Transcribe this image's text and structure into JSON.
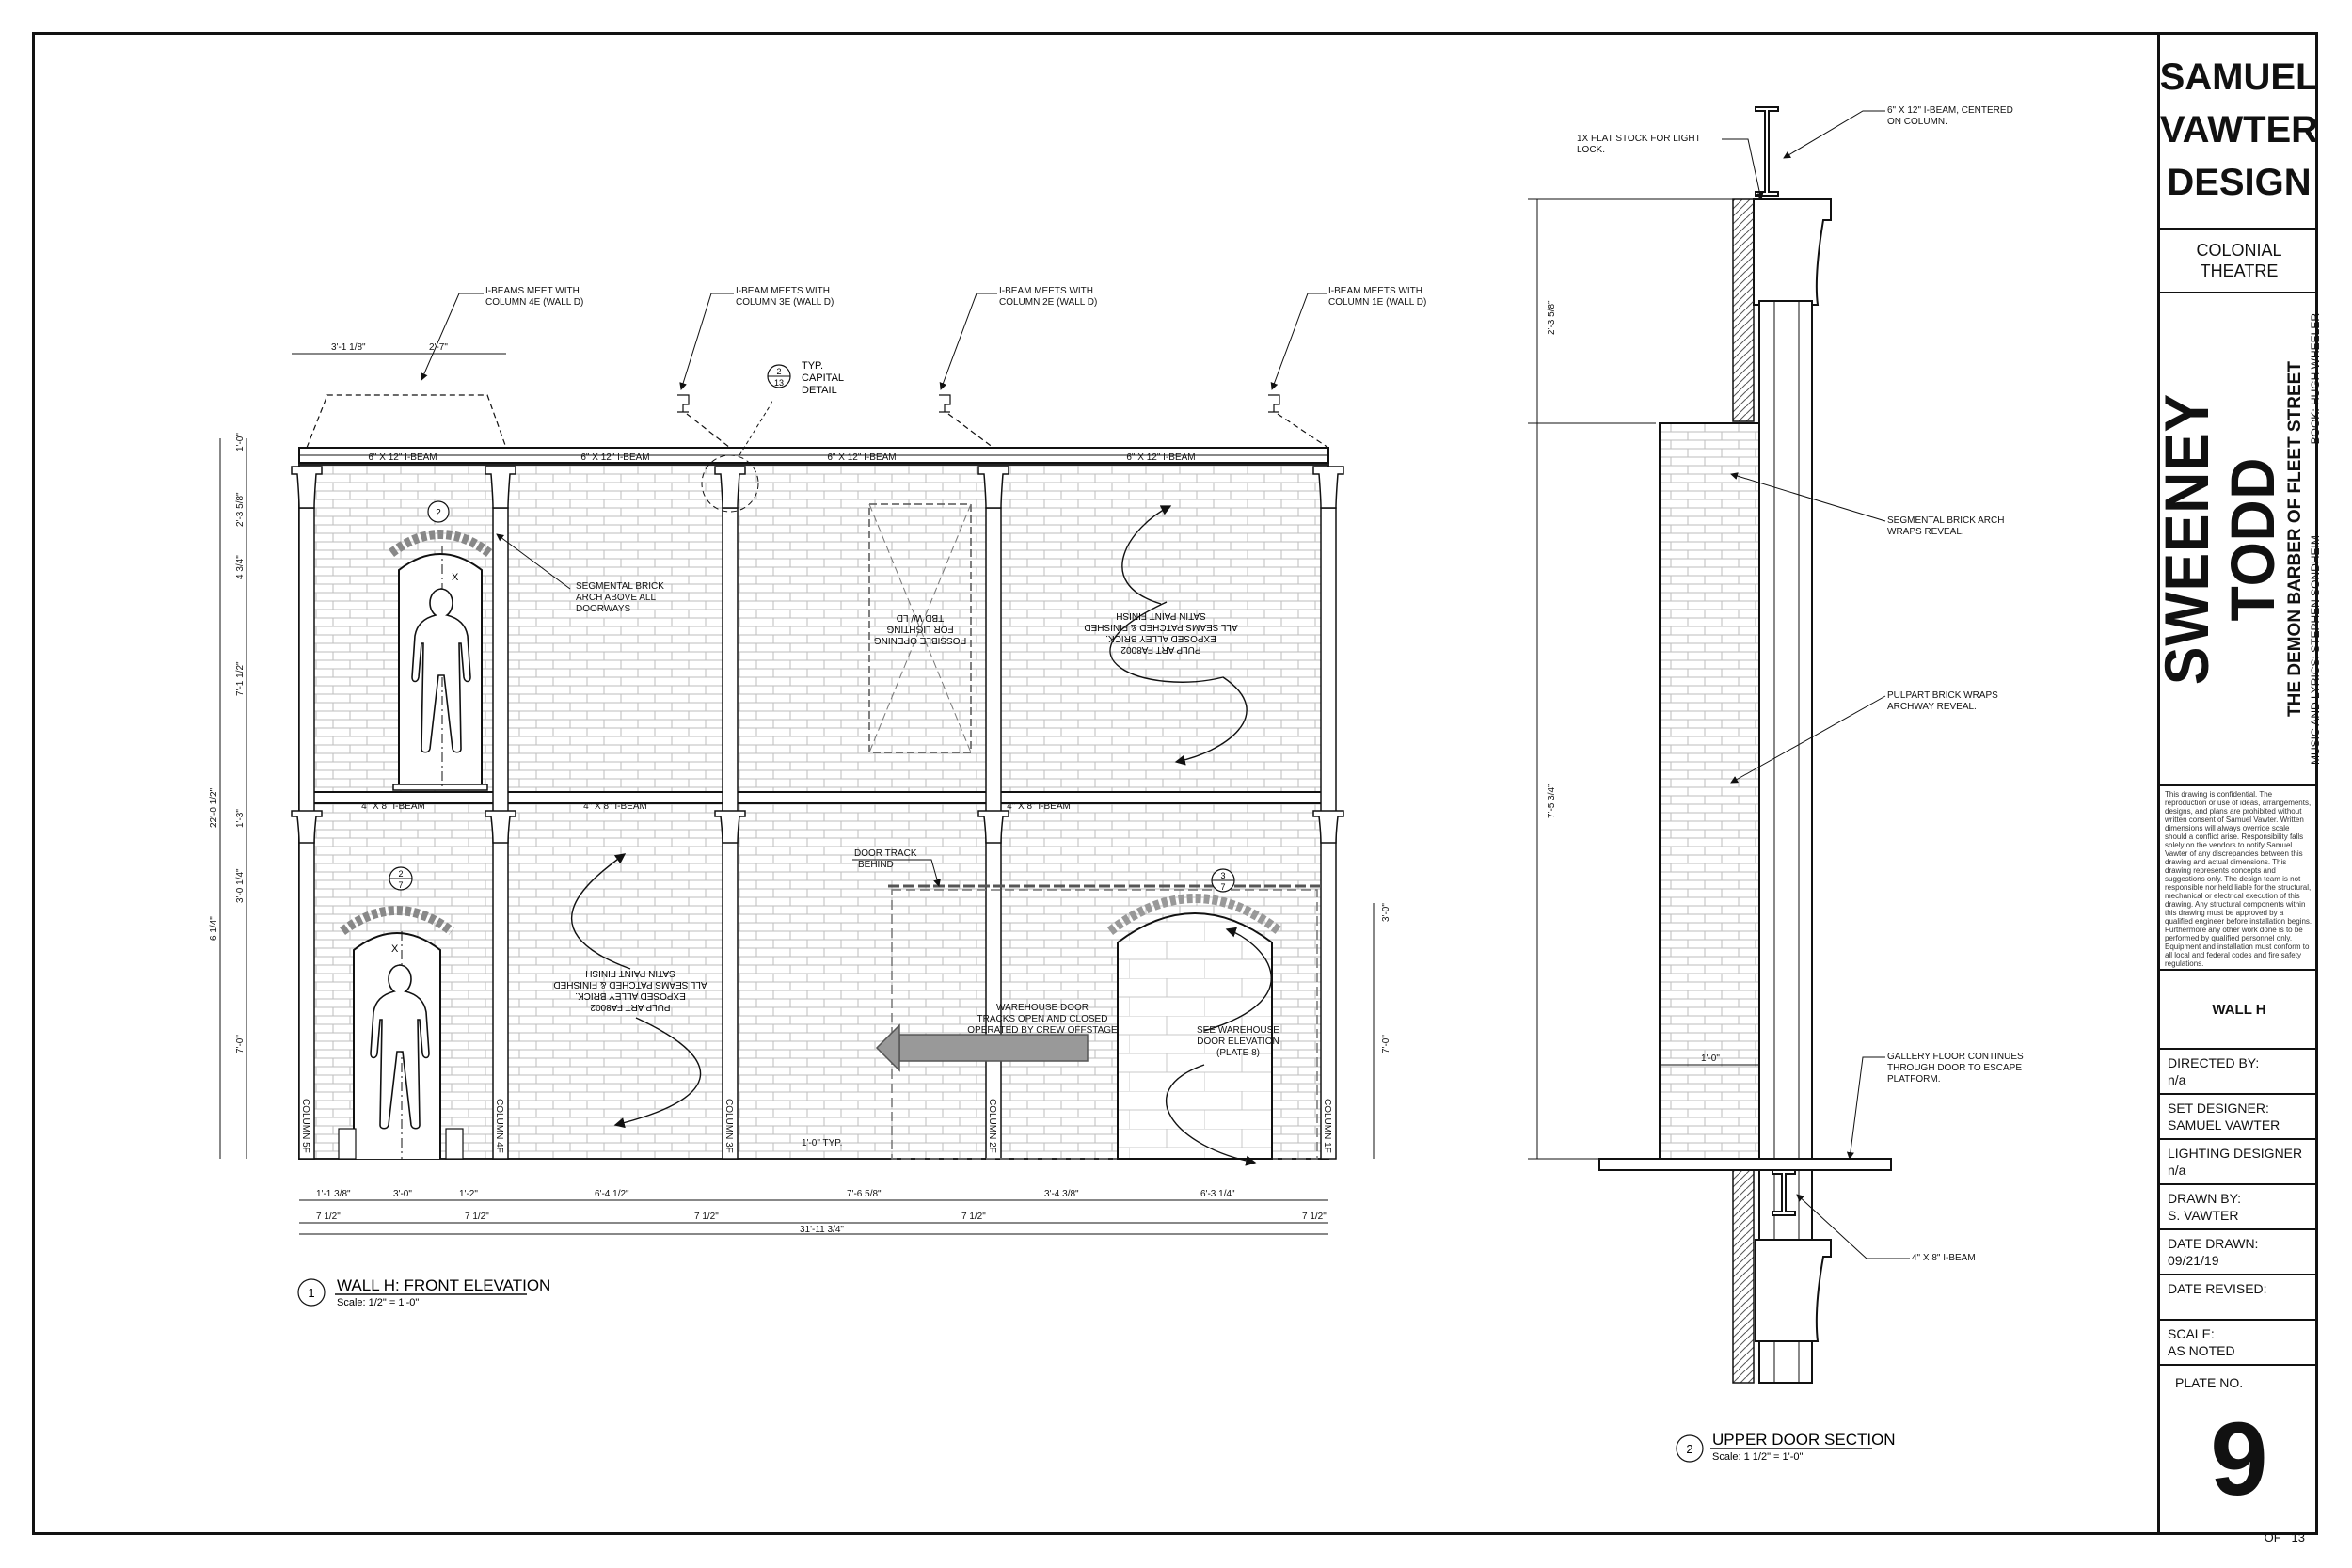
{
  "title_block": {
    "firm_line1": "SAMUEL",
    "firm_line2": "VAWTER",
    "firm_line3": "DESIGN",
    "venue_line1": "COLONIAL",
    "venue_line2": "THEATRE",
    "show_title": "SWEENEY TODD",
    "show_subtitle": "THE DEMON BARBER OF FLEET STREET",
    "music_credit": "MUSIC AND LYRICS: STEPHEN SONDHEIM",
    "book_credit": "BOOK: HUGH WHEELER",
    "disclaimer": "This drawing is confidential. The reproduction or use of ideas, arrangements, designs, and plans are prohibited without written consent of Samuel Vawter. Written dimensions will always override scale should a conflict arise. Responsibility falls solely on the vendors to notify Samuel Vawter of any discrepancies between this drawing and actual dimensions. This drawing represents concepts and suggestions only. The design team is not responsible nor held liable for the structural, mechanical or electrical execution of this drawing. Any structural components within this drawing must be approved by a qualified engineer before installation begins. Furthermore any other work done is to be performed by qualified personnel only. Equipment and installation must conform to all local and federal codes and fire safety regulations.",
    "drawing_name": "WALL H",
    "directed_by_label": "DIRECTED BY:",
    "directed_by": "n/a",
    "set_designer_label": "SET DESIGNER:",
    "set_designer": "SAMUEL VAWTER",
    "lighting_designer_label": "LIGHTING DESIGNER",
    "lighting_designer": "n/a",
    "drawn_by_label": "DRAWN BY:",
    "drawn_by": "S. VAWTER",
    "date_drawn_label": "DATE DRAWN:",
    "date_drawn": "09/21/19",
    "date_revised_label": "DATE REVISED:",
    "date_revised": "",
    "scale_label": "SCALE:",
    "scale": "AS NOTED",
    "plate_label": "PLATE NO.",
    "plate_number": "9",
    "plate_of": "OF",
    "plate_total": "13"
  },
  "elevation": {
    "view_number": "1",
    "view_title": "WALL H: FRONT ELEVATION",
    "view_scale": "Scale: 1/2\" = 1'-0\"",
    "beam_upper": "6\" X 12\" I-BEAM",
    "beam_lower": "4\" X 8\" I-BEAM",
    "column_labels": [
      "COLUMN 5F",
      "COLUMN 4F",
      "COLUMN 3F",
      "COLUMN 2F",
      "COLUMN 1F"
    ],
    "notes": {
      "ibeam_col4e": [
        "I-BEAMS MEET WITH",
        "COLUMN 4E (WALL D)"
      ],
      "ibeam_col3e": [
        "I-BEAM MEETS WITH",
        "COLUMN 3E (WALL D)"
      ],
      "ibeam_col2e": [
        "I-BEAM MEETS WITH",
        "COLUMN 2E (WALL D)"
      ],
      "ibeam_col1e": [
        "I-BEAM MEETS WITH",
        "COLUMN 1E (WALL D)"
      ],
      "typ_capital": [
        "TYP.",
        "CAPITAL",
        "DETAIL"
      ],
      "capital_ref_top": "2",
      "capital_ref_bottom": "13",
      "seg_arch": [
        "SEGMENTAL BRICK",
        "ARCH ABOVE ALL",
        "DOORWAYS"
      ],
      "possible_opening": [
        "POSSIBLE OPENING",
        "FOR LIGHTING",
        "TBD W/ LD"
      ],
      "brick_finish": [
        "PULP ART FA8002",
        "EXPOSED ALLEY BRICK.",
        "ALL SEAMS PATCHED & FINISHED",
        "SATIN PAINT FINISH"
      ],
      "door_track": [
        "DOOR TRACK",
        "BEHIND"
      ],
      "warehouse_door": [
        "WAREHOUSE DOOR",
        "TRACKS OPEN AND CLOSED",
        "OPERATED BY CREW OFFSTAGE"
      ],
      "see_warehouse": [
        "SEE WAREHOUSE",
        "DOOR ELEVATION",
        "(PLATE 8)"
      ],
      "one_foot_typ": "1'-0\" TYP.",
      "door_mark_upper_top": "2",
      "door_mark_lower_top": "2",
      "door_mark_lower_bottom": "7",
      "arch_mark_top": "3",
      "arch_mark_bottom": "7",
      "center_mark": "X"
    },
    "dims": {
      "top_a": "3'-1 1/8\"",
      "top_b": "2'-7\"",
      "left_1": "1'-0\"",
      "left_2": "2'-3 5/8\"",
      "left_3": "4 3/4\"",
      "left_4": "7'-1 1/2\"",
      "left_5": "1'-3\"",
      "left_6": "3'-0 1/4\"",
      "left_7": "7'-0\"",
      "left_8": "6 1/4\"",
      "overall_h": "22'-0 1/2\"",
      "right_1": "3'-0\"",
      "right_2": "7'-0\"",
      "bot_1": "1'-1 3/8\"",
      "bot_2": "3'-0\"",
      "bot_3": "1'-2\"",
      "bot_4": "6'-4 1/2\"",
      "bot_5": "7'-6 5/8\"",
      "bot_6": "3'-4 3/8\"",
      "bot_7": "6'-3 1/4\"",
      "col_w": "7 1/2\"",
      "overall_w": "31'-11 3/4\""
    }
  },
  "section": {
    "view_number": "2",
    "view_title": "UPPER DOOR SECTION",
    "view_scale": "Scale: 1 1/2\" = 1'-0\"",
    "notes": {
      "flat_stock": [
        "1X FLAT STOCK FOR LIGHT",
        "LOCK."
      ],
      "beam_top": [
        "6\" X 12\" I-BEAM, CENTERED",
        "ON COLUMN."
      ],
      "seg_arch": [
        "SEGMENTAL BRICK ARCH",
        "WRAPS REVEAL."
      ],
      "pulpart": [
        "PULPART BRICK WRAPS",
        "ARCHWAY REVEAL."
      ],
      "gallery": [
        "GALLERY FLOOR CONTINUES",
        "THROUGH DOOR TO ESCAPE",
        "PLATFORM."
      ],
      "beam_bottom": "4\" X 8\" I-BEAM"
    },
    "dims": {
      "upper": "2'-3 5/8\"",
      "lower": "7'-5 3/4\"",
      "reveal": "1'-0\""
    }
  }
}
